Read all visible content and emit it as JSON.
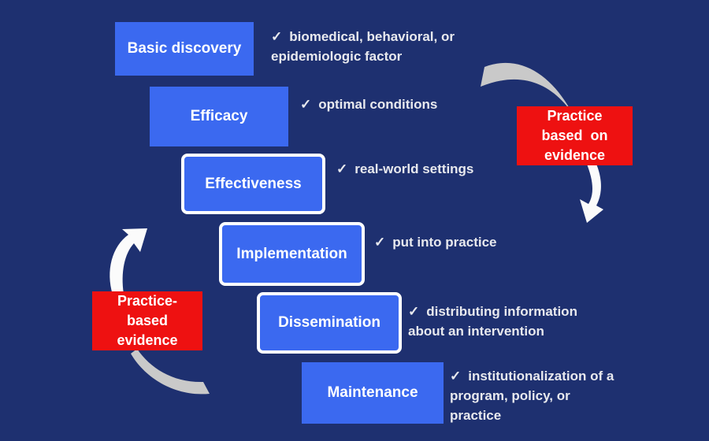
{
  "checkmark": "✓",
  "colors": {
    "background": "#1e3070",
    "stage_blue": "#3b69f0",
    "accent_red": "#ee1111",
    "arrow_gray": "#c9c9c9",
    "arrow_white": "#fbfbfb"
  },
  "stages": [
    {
      "label": "Basic discovery",
      "highlighted": false,
      "note_lines": [
        "biomedical, behavioral, or",
        "epidemiologic factor"
      ]
    },
    {
      "label": "Efficacy",
      "highlighted": false,
      "note_lines": [
        "optimal conditions"
      ]
    },
    {
      "label": "Effectiveness",
      "highlighted": true,
      "note_lines": [
        "real-world settings"
      ]
    },
    {
      "label": "Implementation",
      "highlighted": true,
      "note_lines": [
        "put into practice"
      ]
    },
    {
      "label": "Dissemination",
      "highlighted": true,
      "note_lines": [
        "distributing information",
        "about an intervention"
      ]
    },
    {
      "label": "Maintenance",
      "highlighted": false,
      "note_lines": [
        "institutionalization of a",
        "program, policy, or",
        "practice"
      ]
    }
  ],
  "callouts": {
    "practice_based_on_evidence": {
      "lines": [
        "Practice",
        "based  on",
        "evidence"
      ]
    },
    "practice_based_evidence": {
      "lines": [
        "Practice-",
        "based",
        "evidence"
      ]
    }
  }
}
